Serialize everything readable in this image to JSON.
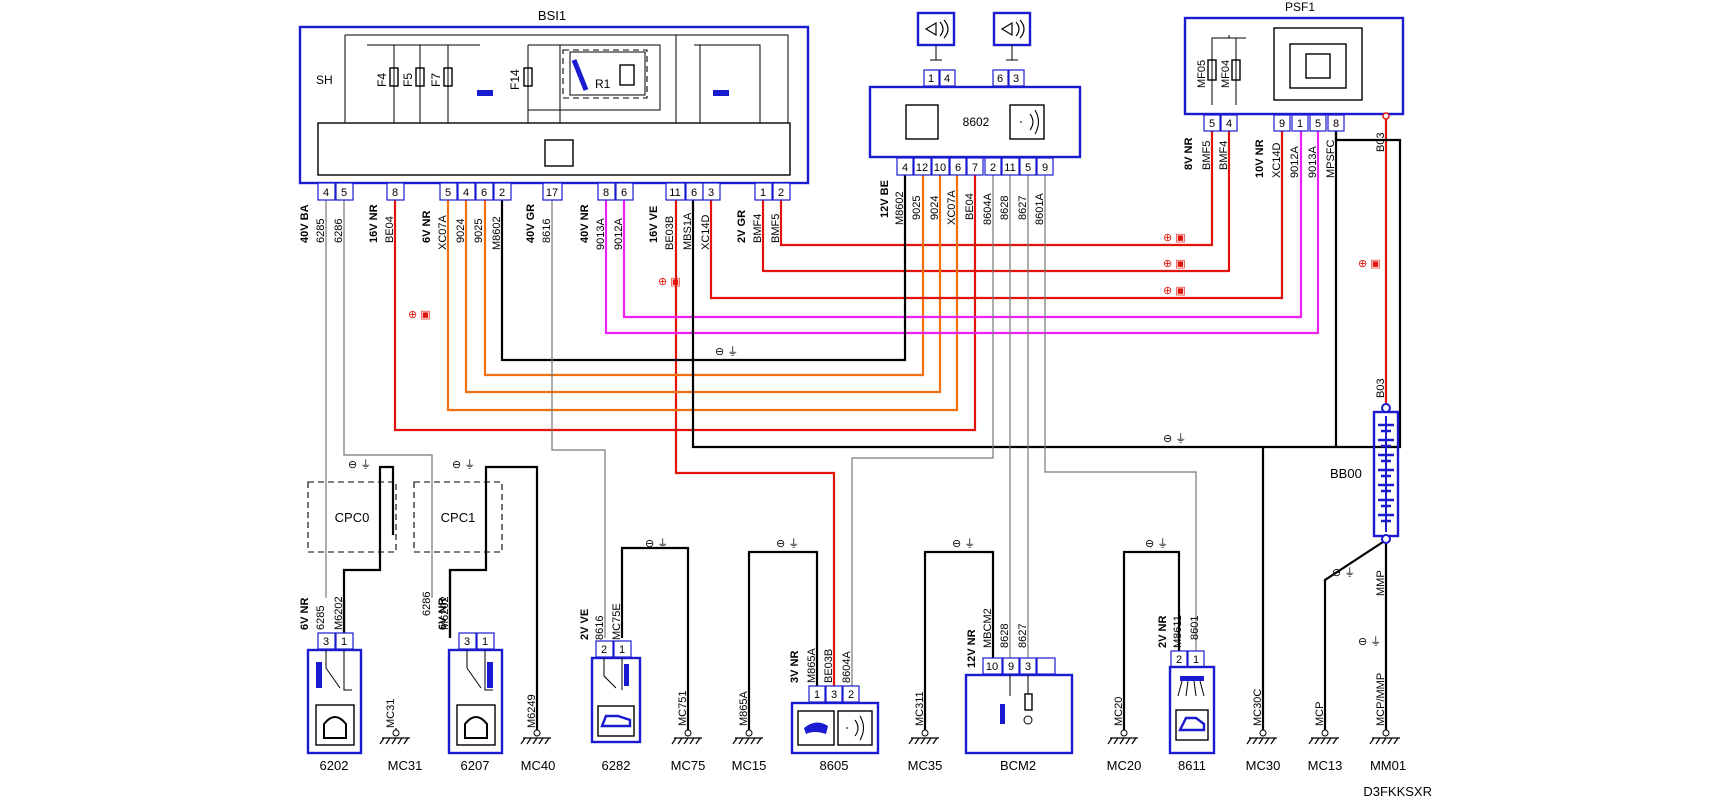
{
  "diagram_code": "D3FKKSXR",
  "components": {
    "bsi": {
      "name": "BSI1",
      "internal": [
        "SH",
        "F4",
        "F5",
        "F7",
        "F14",
        "R1"
      ],
      "pins": [
        "4",
        "5",
        "8",
        "5",
        "4",
        "6",
        "2",
        "17",
        "8",
        "6",
        "11",
        "6",
        "3",
        "1",
        "2"
      ]
    },
    "psf": {
      "name": "PSF1",
      "internal": [
        "MF05",
        "MF04"
      ],
      "pins": [
        "5",
        "4",
        "9",
        "1",
        "5",
        "8"
      ]
    },
    "unit_8602": {
      "name": "8602",
      "pins": [
        "4",
        "12",
        "10",
        "6",
        "7",
        "2",
        "11",
        "5",
        "9"
      ]
    },
    "sensor_left": {
      "pins": [
        "1",
        "4"
      ]
    },
    "sensor_right": {
      "pins": [
        "6",
        "3"
      ]
    },
    "battery": {
      "name": "BB00",
      "wire": "B03"
    },
    "cpc0": "CPC0",
    "cpc1": "CPC1",
    "c6202": {
      "name": "6202",
      "pins": [
        "3",
        "1"
      ]
    },
    "c6207": {
      "name": "6207",
      "pins": [
        "3",
        "1"
      ]
    },
    "c6282": {
      "name": "6282",
      "pins": [
        "2",
        "1"
      ]
    },
    "c8605": {
      "name": "8605",
      "pins": [
        "1",
        "3",
        "2"
      ]
    },
    "bcm2": {
      "name": "BCM2",
      "pins": [
        "10",
        "9",
        "3"
      ]
    },
    "c8611": {
      "name": "8611",
      "pins": [
        "2",
        "1"
      ]
    }
  },
  "connectors": {
    "bsi_c1": "40V BA",
    "bsi_c2": "16V NR",
    "bsi_c3": "6V NR",
    "bsi_c4": "40V GR",
    "bsi_c5": "40V NR",
    "bsi_c6": "16V VE",
    "bsi_c7": "2V GR",
    "u8602_c": "12V BE",
    "psf_c1": "8V NR",
    "psf_c2": "10V NR",
    "c6202_c": "6V NR",
    "c6207_c": "6V NR",
    "c6282_c": "2V VE",
    "c8605_c": "3V NR",
    "bcm2_c": "12V NR",
    "c8611_c": "2V NR"
  },
  "wires": {
    "bsi": [
      "6285",
      "6286",
      "BE04",
      "XC07A",
      "9024",
      "9025",
      "M8602",
      "8616",
      "9013A",
      "9012A",
      "BE03B",
      "MBS1A",
      "XC14D",
      "BMF4",
      "BMF5"
    ],
    "u8602": [
      "M8602",
      "9025",
      "9024",
      "XC07A",
      "BE04",
      "8604A",
      "8628",
      "8627",
      "8601A"
    ],
    "psf": [
      "BMF5",
      "BMF4",
      "XC14D",
      "9012A",
      "9013A",
      "MPSFC",
      "B03"
    ],
    "c6202": [
      "6285",
      "M6202"
    ],
    "c6207": [
      "6286",
      "M6202"
    ],
    "c6282": [
      "8616",
      "MC75E"
    ],
    "c8605": [
      "M865A",
      "BE03B",
      "8604A"
    ],
    "bcm2": [
      "MBCM2",
      "8628",
      "8627"
    ],
    "c8611": [
      "M8611",
      "8601"
    ],
    "m6249": "M6249",
    "m865a": "M865A",
    "mmp": "MMP"
  },
  "grounds": {
    "mc31": "MC31",
    "mc40": "MC40",
    "mc751": "MC751",
    "mc75": "MC75",
    "mc15": "MC15",
    "mc311": "MC311",
    "mc35": "MC35",
    "mc20": "MC20",
    "mc30c": "MC30C",
    "mc30": "MC30",
    "mcp": "MCP",
    "mc13": "MC13",
    "mcpmmp": "MCP/MMP",
    "mm01": "MM01",
    "mc31w": "MC31",
    "mc20w": "MC20"
  },
  "symbols": {
    "plus_batt": "⊕ ▣",
    "minus_gnd": "⊖ ⏚"
  },
  "colors": {
    "red": "#e0140a",
    "orange": "#f07010",
    "magenta": "#ee22ee",
    "black": "#000000",
    "frame_blue": "#1a1ad0"
  }
}
